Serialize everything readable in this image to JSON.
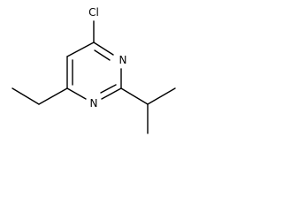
{
  "molecule": {
    "atoms": {
      "cl": "Cl",
      "n_upper": "N",
      "n_lower": "N"
    }
  }
}
